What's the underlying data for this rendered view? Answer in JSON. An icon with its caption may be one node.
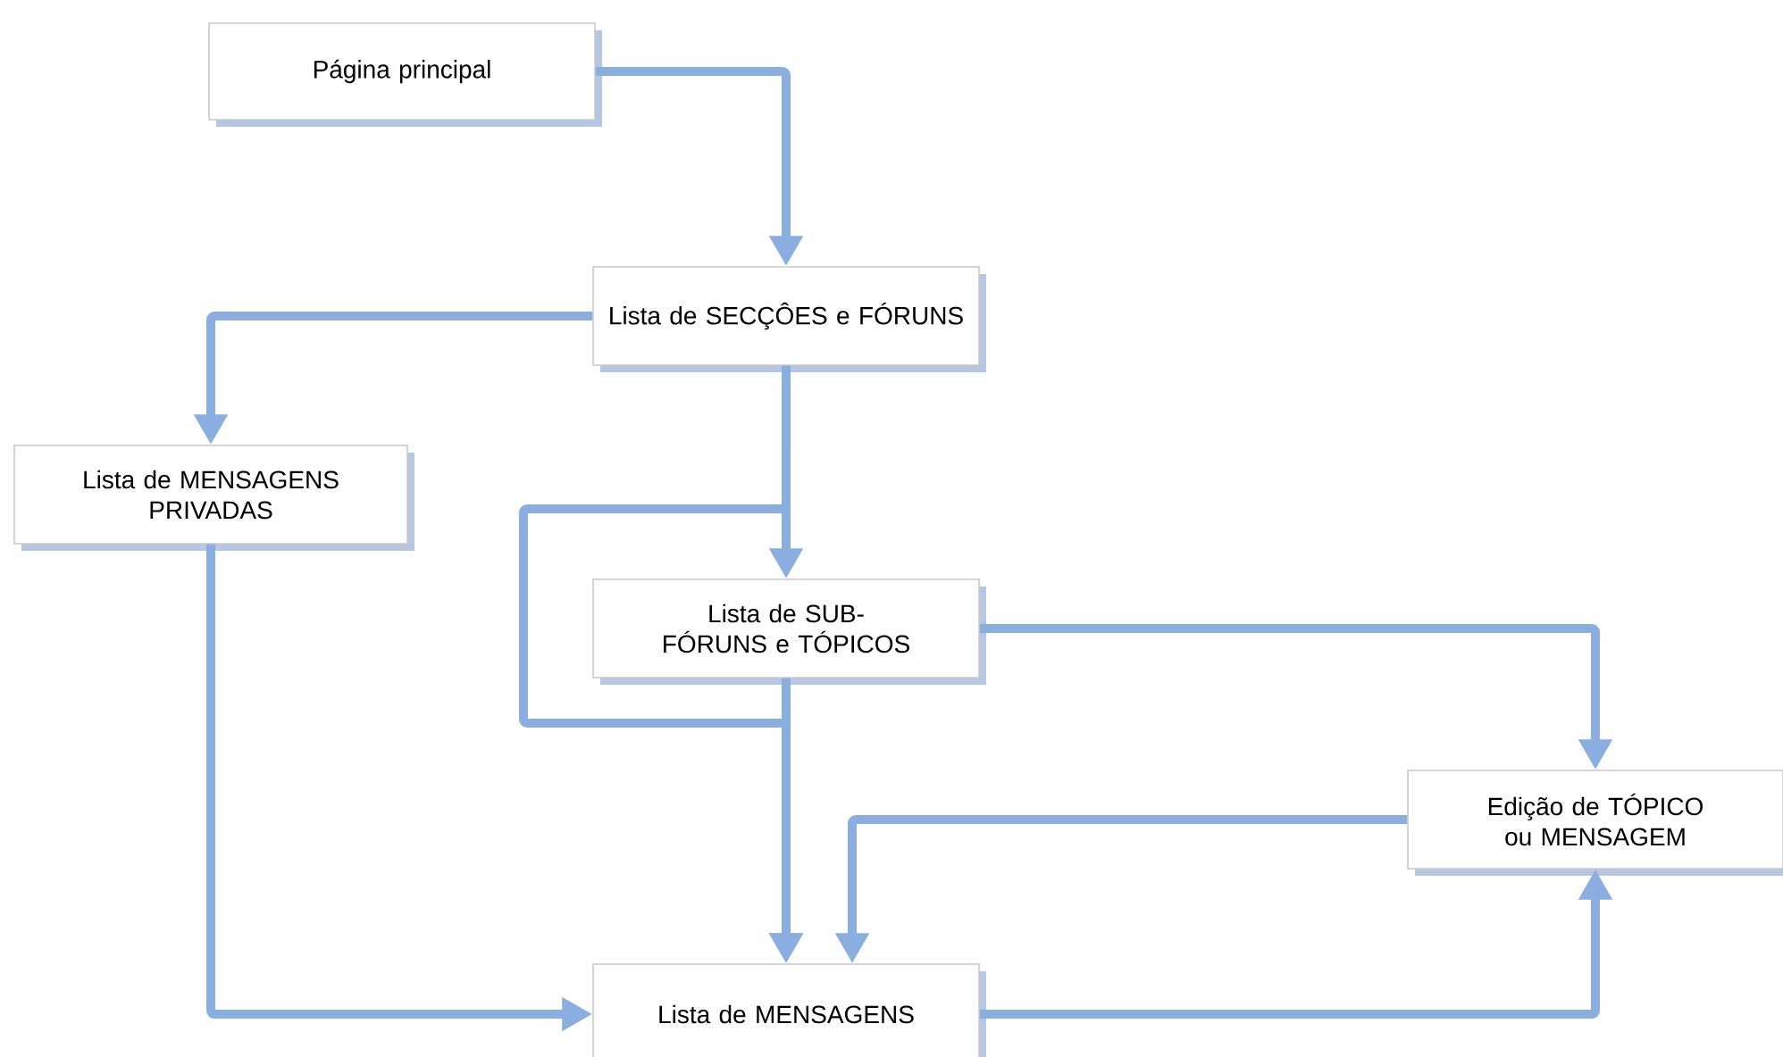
{
  "diagram": {
    "nodes": [
      {
        "text": [
          "Página principal"
        ]
      },
      {
        "text": [
          "Lista de SECÇÔES e FÓRUNS"
        ]
      },
      {
        "text": [
          "Lista de MENSAGENS PRIVADAS"
        ]
      },
      {
        "text": [
          "Lista de SUB-FÓRUNS e TÓPICOS"
        ]
      },
      {
        "text": [
          "Edição de TÓPICO ou MENSAGEM"
        ]
      },
      {
        "text": [
          "Lista de MENSAGENS"
        ]
      }
    ],
    "edges": [
      {
        "from": 0,
        "to": 1,
        "arrow": "to"
      },
      {
        "from": 1,
        "to": 2,
        "arrow": "to"
      },
      {
        "from": 1,
        "to": 3,
        "arrow": "to"
      },
      {
        "from": 1,
        "to": 5,
        "arrow": "to"
      },
      {
        "from": 3,
        "to": 5,
        "arrow": "to"
      },
      {
        "from": 3,
        "to": 4,
        "arrow": "to"
      },
      {
        "from": 4,
        "to": 5,
        "arrow": "to"
      },
      {
        "from": 2,
        "to": 5,
        "arrow": "to"
      },
      {
        "from": 5,
        "to": 4,
        "arrow": "to"
      }
    ]
  }
}
